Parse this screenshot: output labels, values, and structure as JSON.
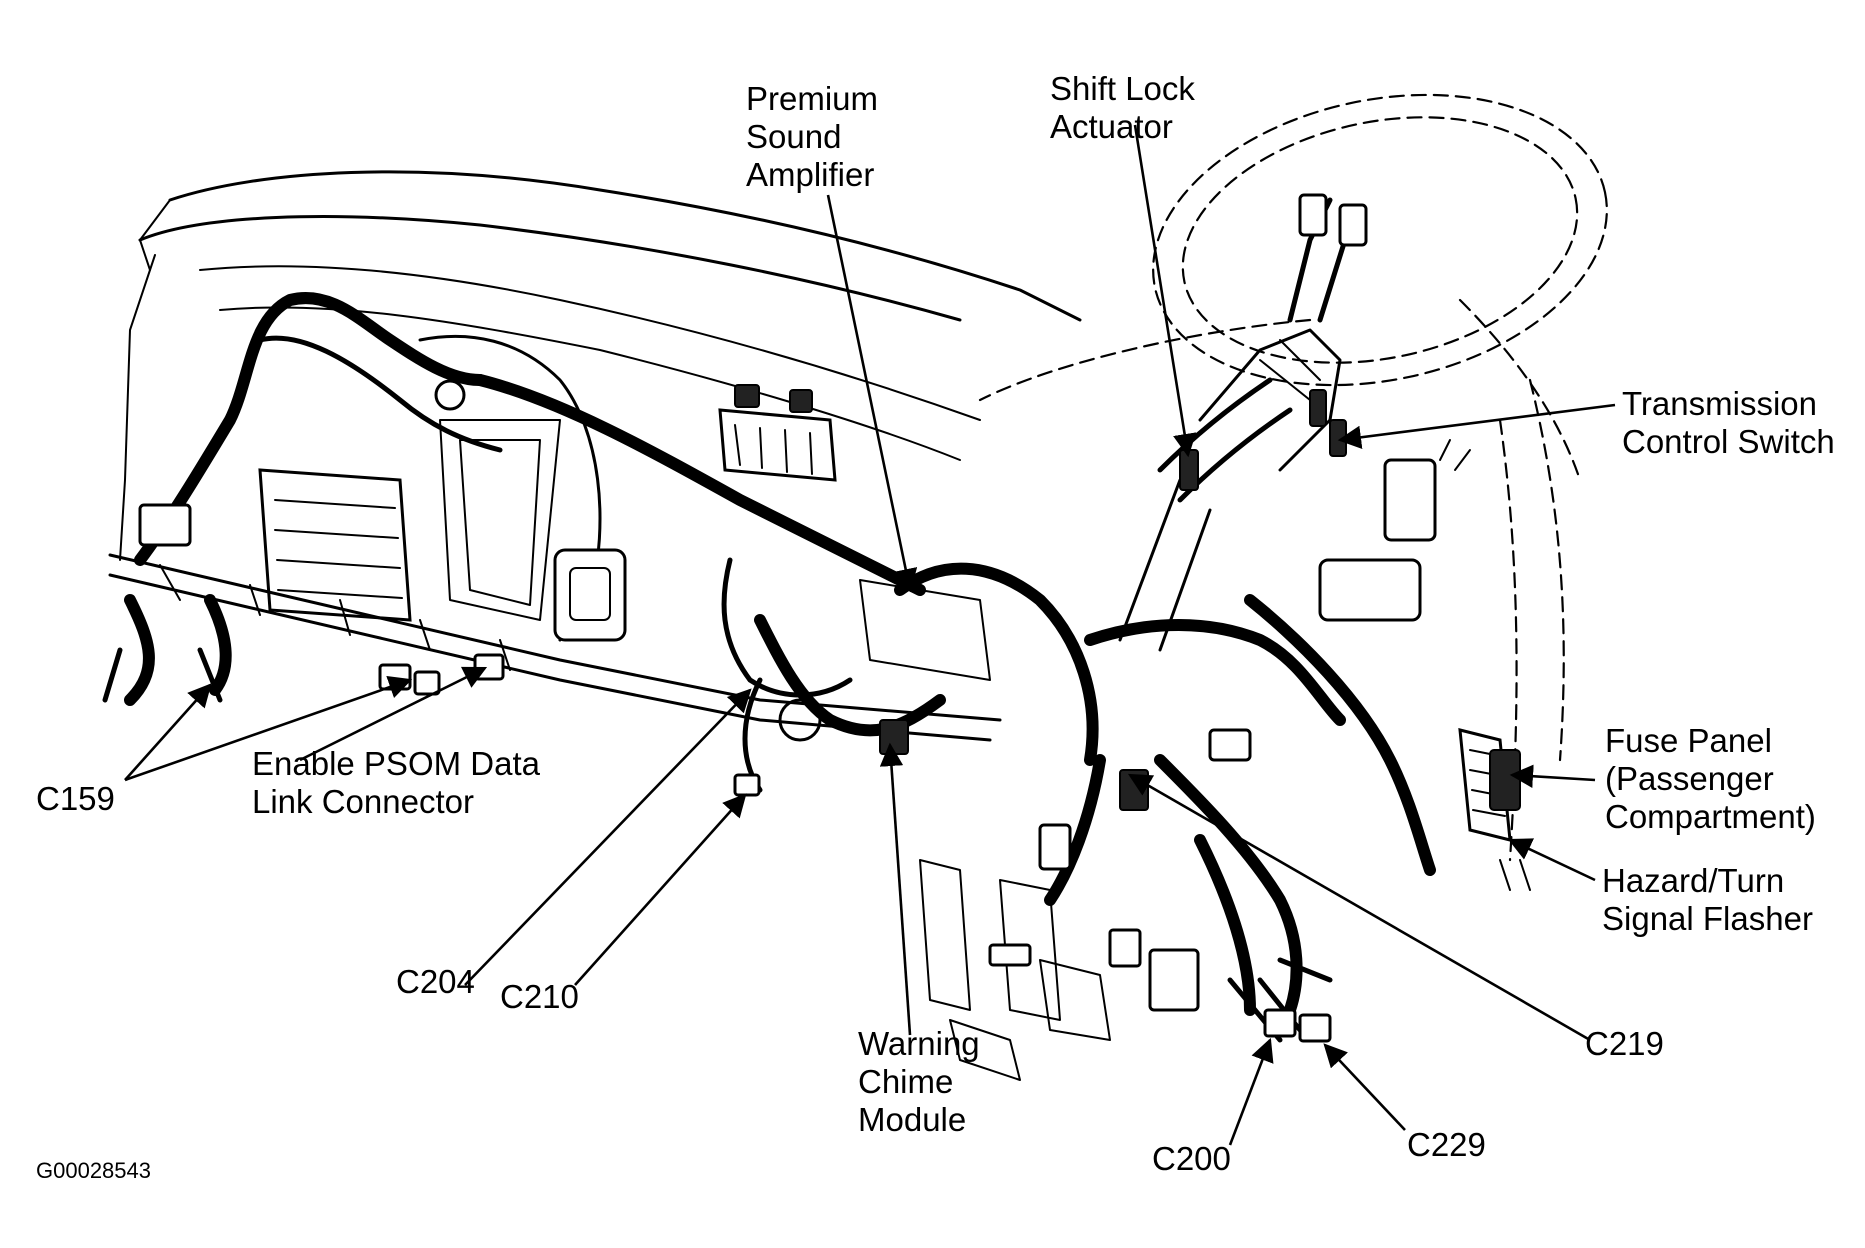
{
  "figure_id": "G00028543",
  "callouts": {
    "premium_sound_amplifier": [
      "Premium",
      "Sound",
      "Amplifier"
    ],
    "shift_lock_actuator": [
      "Shift Lock",
      "Actuator"
    ],
    "transmission_control_switch": [
      "Transmission",
      "Control Switch"
    ],
    "fuse_panel": [
      "Fuse Panel",
      "(Passenger",
      "Compartment)"
    ],
    "hazard_turn_signal_flasher": [
      "Hazard/Turn",
      "Signal Flasher"
    ],
    "c159": "C159",
    "enable_psom_dlc": [
      "Enable PSOM Data",
      "Link Connector"
    ],
    "c204": "C204",
    "c210": "C210",
    "warning_chime_module": [
      "Warning",
      "Chime",
      "Module"
    ],
    "c219": "C219",
    "c200": "C200",
    "c229": "C229"
  }
}
